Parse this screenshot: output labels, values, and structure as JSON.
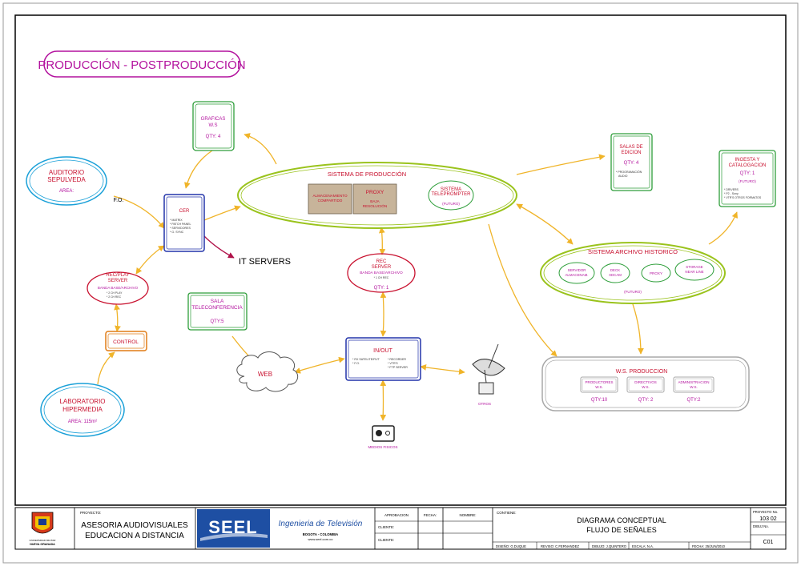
{
  "title": "PRODUCCIÓN - POSTPRODUCCIÓN",
  "nodes": {
    "auditorio": {
      "name": "AUDITORIO SEPULVEDA",
      "area": "AREA:"
    },
    "fo_label": "F.O.",
    "graficas": {
      "name": "GRAFICAS W.S",
      "qty": "QTY: 4"
    },
    "cer": {
      "name": "CER",
      "items": [
        "* MATRIX",
        "* PATCH PANEL",
        "* SERVIDORES",
        "* G. SYNC"
      ]
    },
    "it_servers": "IT SERVERS",
    "recplay": {
      "name": "REC/PLAY SERVER",
      "sub": "BANDA BASE/ARCHIVO",
      "items": [
        "* 2 CH PLAY",
        "* 2 CH REC"
      ]
    },
    "control": "CONTROL",
    "laboratorio": {
      "name": "LABORATORIO HIPERMEDIA",
      "area": "AREA: 115m²"
    },
    "sistema_produccion": {
      "name": "SISTEMA DE PRODUCCIÓN",
      "almacenamiento": "ALMACENAMIENTO COMPARTIDO",
      "proxy": "PROXY",
      "proxy_sub": "BAJA RESOLUCIÓN",
      "teleprompter": "SISTEMA TELEPROMPTER",
      "teleprompter_sub": "(FUTURO)"
    },
    "rec_server": {
      "name": "REC SERVER",
      "sub": "BANDA BASE/ARCHIVO",
      "item": "* 1 CH REC",
      "qty": "QTY: 1"
    },
    "sala_tele": {
      "name": "SALA TELECONFERENCIA",
      "qty": "QTY:5"
    },
    "web": "WEB",
    "inout": {
      "name": "IN/OUT",
      "col1": [
        "* RX SATELITE/FIVT",
        "* F.O."
      ],
      "col2": [
        "* RECORDER",
        "* VTR'S",
        "* FTP SERVER"
      ]
    },
    "otros": "OTROS",
    "medios": "MEDIOS FISICOS",
    "salas_edicion": {
      "name": "SALAS DE EDICION",
      "qty": "QTY: 4",
      "item": "* PROGRAMACIÓN AUDIO"
    },
    "ingesta": {
      "name": "INGESTA Y CATALOGACION",
      "qty": "QTY: 1",
      "futuro": "(FUTURO)",
      "items": [
        "* DRIVERS",
        "* P2 - Sony",
        "* VTR'S OTROS FORMATOS"
      ]
    },
    "archivo": {
      "name": "SISTEMA ARCHIVO HISTORICO",
      "servidor": "SERVIDOR ALMACENAM.",
      "deck": "DECK XDCAM",
      "proxy": "PROXY",
      "storage": "STORAGE NEAR LINE",
      "futuro": "(FUTURO)"
    },
    "ws_produccion": {
      "name": "W.S. PRODUCCION",
      "items": [
        {
          "name": "PRODUCTORES W.S.",
          "qty": "QTY:10"
        },
        {
          "name": "DIRECTIVOS W.S.",
          "qty": "QTY: 2"
        },
        {
          "name": "ADMINISTRACION W.S.",
          "qty": "QTY:2"
        }
      ]
    }
  },
  "title_block": {
    "proyecto_label": "PROYECTO:",
    "proyecto_line1": "ASESORIA AUDIOVISUALES",
    "proyecto_line2": "EDUCACION A DISTANCIA",
    "seel": "SEEL",
    "ingenieria": "Ingenieria de Televisión",
    "city": "BOGOTA - COLOMBIA",
    "web": "www.seel.com.co",
    "aprobacion": "APROBACION",
    "fecha": "FECHA:",
    "nombre": "NOMBRE:",
    "cliente1": "CLIENTE:",
    "cliente2": "CLIENTE:",
    "contiene": "CONTIENE:",
    "contenido1": "DIAGRAMA CONCEPTUAL",
    "contenido2": "FLUJO DE SEÑALES",
    "proyecto_no_label": "PROYECTO No.",
    "proyecto_no": "103 02",
    "dibujo_no_label": "DIBUJ No.",
    "dibujo_no": "C01",
    "diseno": "DISEÑO: G.DUQUE",
    "reviso": "REVISO: C.FERNANDEZ",
    "dibujo": "DIBUJO: J.QUINTERO",
    "escala": "ESCALA: N.A.",
    "fecha_doc": "FECHA: 25/JUN/2010"
  },
  "colors": {
    "magenta": "#b3129e",
    "red_text": "#c8102e",
    "green": "#2e9e3a",
    "lime": "#9ac31c",
    "blue": "#2233aa",
    "cyan": "#1aa0d8",
    "orange": "#e07b15",
    "arrow": "#f4c542",
    "tan": "#c7b49a",
    "gray": "#a8a8a8"
  }
}
